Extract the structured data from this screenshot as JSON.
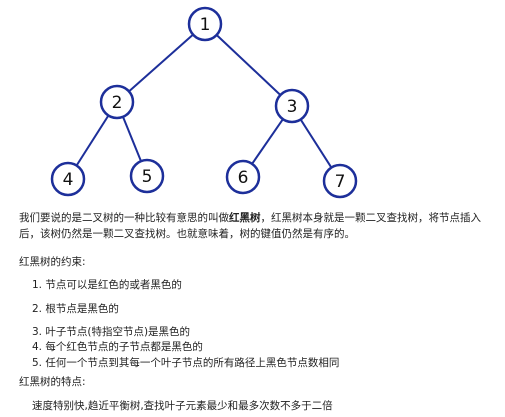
{
  "tree": {
    "nodes": [
      {
        "id": "n1",
        "label": "1"
      },
      {
        "id": "n2",
        "label": "2"
      },
      {
        "id": "n3",
        "label": "3"
      },
      {
        "id": "n4",
        "label": "4"
      },
      {
        "id": "n5",
        "label": "5"
      },
      {
        "id": "n6",
        "label": "6"
      },
      {
        "id": "n7",
        "label": "7"
      }
    ],
    "edges": [
      [
        "n1",
        "n2"
      ],
      [
        "n1",
        "n3"
      ],
      [
        "n2",
        "n4"
      ],
      [
        "n2",
        "n5"
      ],
      [
        "n3",
        "n6"
      ],
      [
        "n3",
        "n7"
      ]
    ],
    "colors": {
      "stroke": "#1d2f9a",
      "fill": "#ffffff"
    }
  },
  "text": {
    "intro_line1_a": "我们要说的是二叉树的一种比较有意思的叫做",
    "intro_line1_bold": "红黑树",
    "intro_line1_b": "，红黑树本身就是一颗二叉查找树，将节点插入",
    "intro_line2": "后，该树仍然是一颗二叉查找树。也就意味着，树的键值仍然是有序的。",
    "constraints_heading": "红黑树的约束:",
    "constraints": [
      "1. 节点可以是红色的或者黑色的",
      "2. 根节点是黑色的",
      "3. 叶子节点(特指空节点)是黑色的",
      "4. 每个红色节点的子节点都是黑色的",
      "5. 任何一个节点到其每一个叶子节点的所有路径上黑色节点数相同"
    ],
    "features_heading": "红黑树的特点:",
    "features_line": "速度特别快,趋近平衡树,查找叶子元素最少和最多次数不多于二倍"
  }
}
